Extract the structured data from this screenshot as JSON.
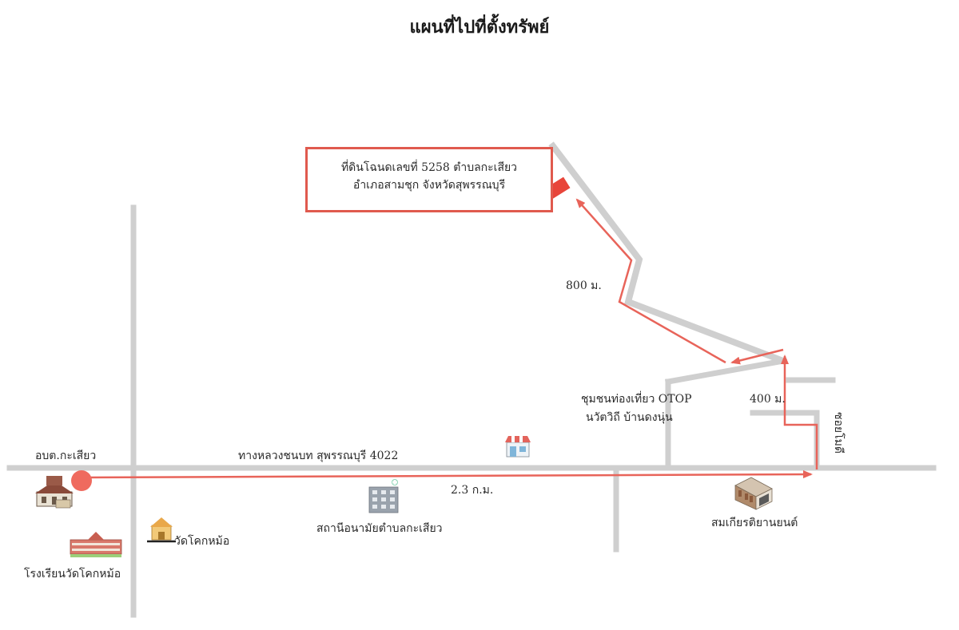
{
  "title": "แผนที่ไปที่ตั้งทรัพย์",
  "property_box": {
    "line1": "ที่ดินโฉนดเลขที่ 5258 ตำบลกะเสียว",
    "line2": "อำเภอสามชุก จังหวัดสุพรรณบุรี"
  },
  "roads": {
    "highway": "ทางหลวงชนบท สุพรรณบุรี 4022",
    "soi": "ซอยโมดี"
  },
  "distances": {
    "main": "2.3 ก.ม.",
    "north": "400 ม.",
    "diagonal": "800 ม."
  },
  "landmarks": {
    "start": "อบต.กะเสียว",
    "school": "โรงเรียนวัดโคกหม้อ",
    "temple": "วัดโคกหม้อ",
    "health": "สถานีอนามัยตำบลกะเสียว",
    "otop_line1": "ชุมชนท่องเที่ยว OTOP",
    "otop_line2": "นวัตวิถี บ้านดงนุ่น",
    "garage": "สมเกียรติยานยนต์"
  },
  "colors": {
    "route": "#e8645a",
    "road": "#cfcfcf",
    "box_border": "#e05a4e"
  },
  "icons": [
    "town-hall-icon",
    "school-icon",
    "temple-icon",
    "hospital-icon",
    "shop-icon",
    "garage-icon"
  ]
}
